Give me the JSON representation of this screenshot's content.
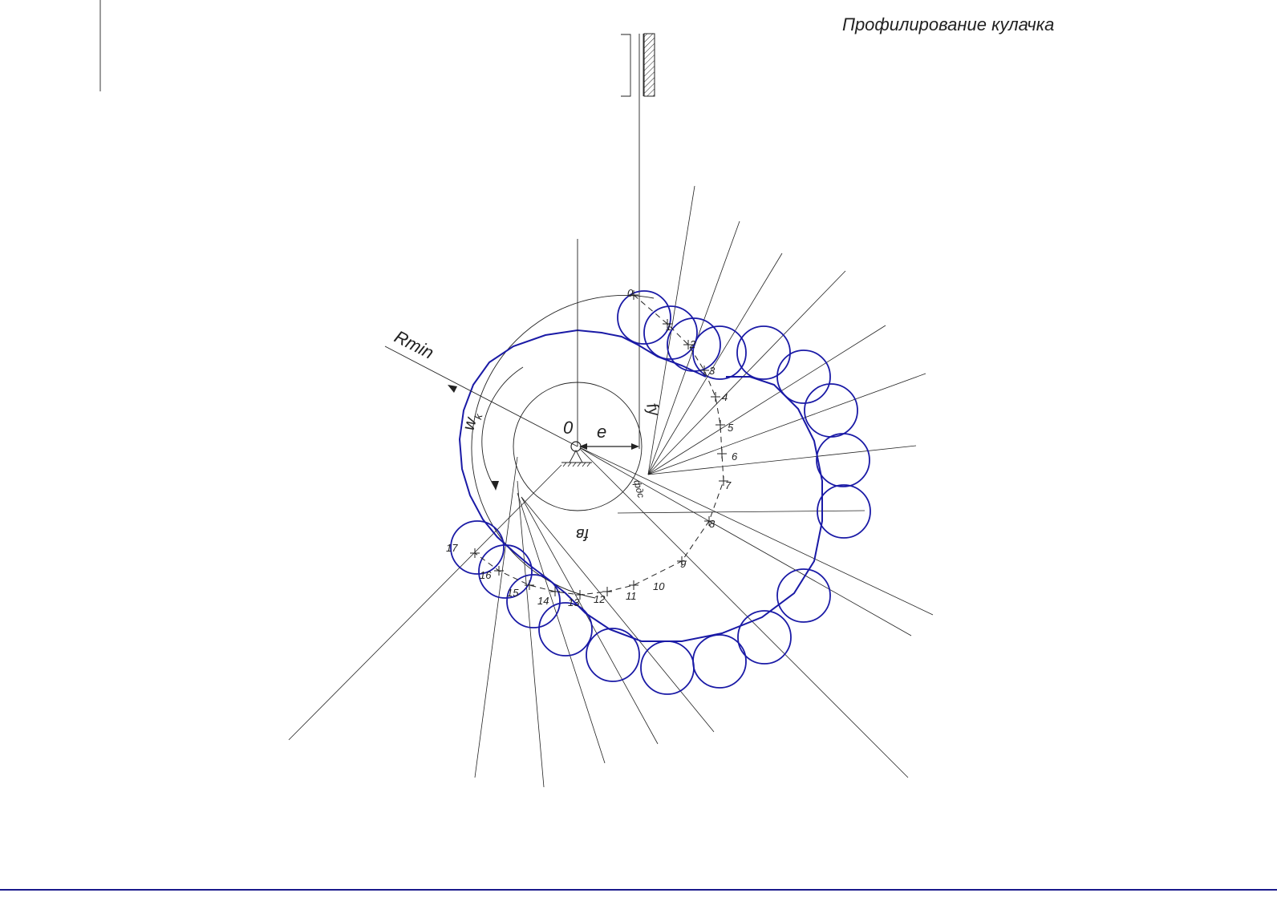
{
  "title": "Профилирование кулачка",
  "labels": {
    "rmin": "Rmin",
    "w": "w",
    "w_sub": "k",
    "origin": "0",
    "e": "e",
    "phi_y": "fy",
    "phi_v": "fв",
    "phi_dc": "фдс"
  },
  "positions": [
    "0",
    "1",
    "2",
    "3",
    "4",
    "5",
    "6",
    "7",
    "8",
    "9",
    "10",
    "11",
    "12",
    "13",
    "14",
    "15",
    "16",
    "17"
  ],
  "colors": {
    "profile": "#1a1aa6",
    "lines": "#222222",
    "frame": "#1a1a8c",
    "accent": "#cc2222"
  }
}
